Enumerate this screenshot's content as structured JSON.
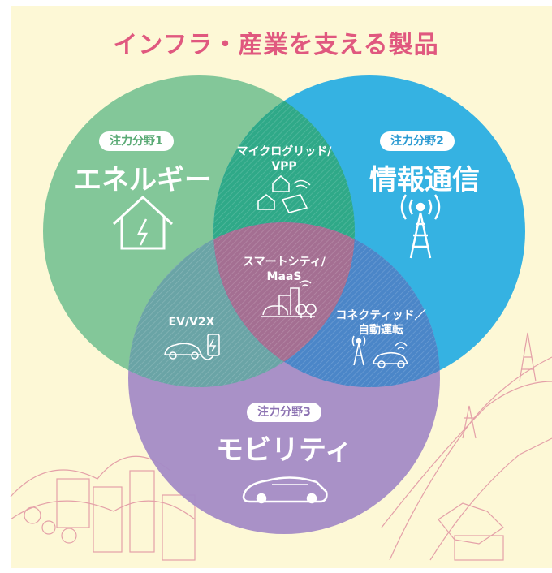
{
  "title": "インフラ・産業を支える製品",
  "colors": {
    "background": "#fdf8d6",
    "title": "#e0587f",
    "energy": "#7cc496",
    "telecom": "#2aaee3",
    "mobility": "#a48bc6",
    "city_lines": "#e4a0a8"
  },
  "circles": [
    {
      "badge": "注力分野1",
      "name": "エネルギー",
      "icon": "home-energy-icon"
    },
    {
      "badge": "注力分野2",
      "name": "情報通信",
      "icon": "antenna-tower-icon"
    },
    {
      "badge": "注力分野3",
      "name": "モビリティ",
      "icon": "car-icon"
    }
  ],
  "overlaps": {
    "energy_telecom": {
      "line1": "マイクログリッド/",
      "line2": "VPP",
      "icon": "microgrid-icon"
    },
    "center": {
      "line1": "スマートシティ/",
      "line2": "MaaS",
      "icon": "smart-city-icon"
    },
    "energy_mobility": {
      "line1": "EV/V2X",
      "icon": "ev-charging-icon"
    },
    "telecom_mobility": {
      "line1": "コネクティッド／",
      "line2": "自動運転",
      "icon": "connected-car-icon"
    }
  }
}
